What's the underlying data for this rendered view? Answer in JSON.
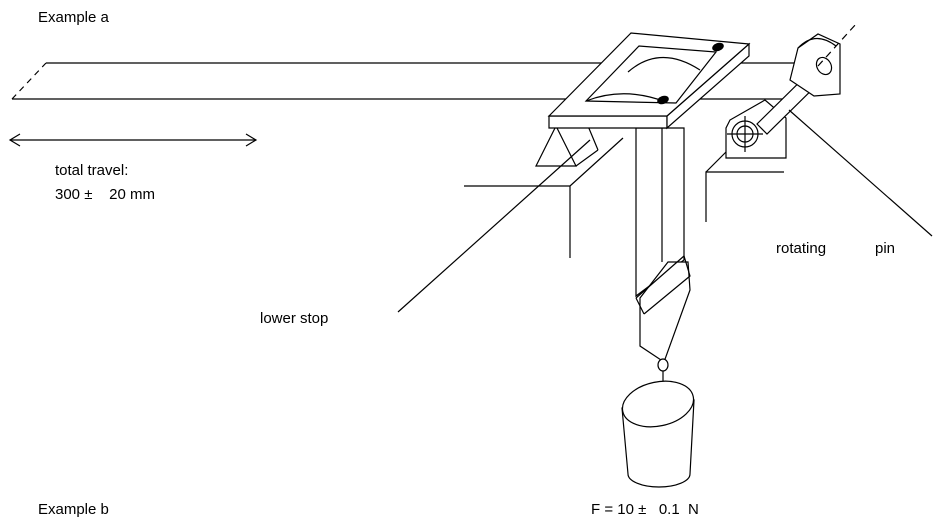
{
  "labels": {
    "example_a": "Example a",
    "total_travel": "total travel:",
    "travel_value": "300 ±    20 mm",
    "lower_stop": "lower stop",
    "rotating": "rotating",
    "pin": "pin",
    "example_b": "Example b",
    "force": "F = 10 ±   0.1  N"
  }
}
